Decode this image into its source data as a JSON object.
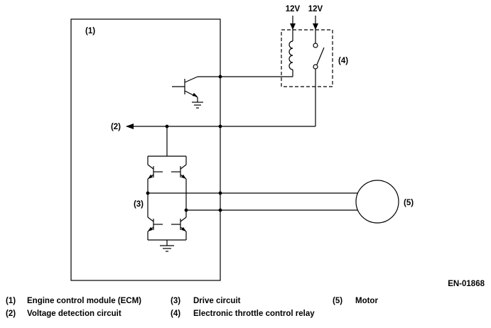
{
  "page": {
    "background": "#ffffff",
    "line_color": "#000000"
  },
  "diagram": {
    "ref_labels": {
      "ecm": "(1)",
      "voltage_detection": "(2)",
      "drive": "(3)",
      "relay": "(4)",
      "motor": "(5)"
    },
    "supply_left": "12V",
    "supply_right": "12V",
    "doc_number": "EN-01868"
  },
  "legend": {
    "col1": [
      {
        "num": "(1)",
        "label": "Engine control module (ECM)"
      },
      {
        "num": "(2)",
        "label": "Voltage detection circuit"
      }
    ],
    "col2": [
      {
        "num": "(3)",
        "label": "Drive circuit"
      },
      {
        "num": "(4)",
        "label": "Electronic throttle control relay"
      }
    ],
    "col3": [
      {
        "num": "(5)",
        "label": "Motor"
      }
    ]
  }
}
